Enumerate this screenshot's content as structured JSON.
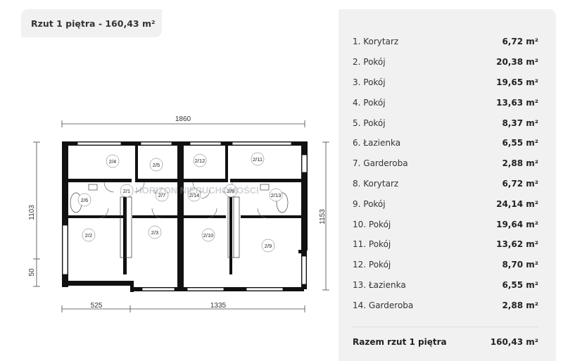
{
  "title": "Rzut 1 piętra - 160,43 m²",
  "watermark": "HORIZON NIERUCHOMOŚCI",
  "dimensions": {
    "top_width": "1860",
    "left_height": "1103",
    "left_small": "50",
    "right_height": "1153",
    "bottom_left": "525",
    "bottom_right": "1335"
  },
  "room_labels": [
    "2/1",
    "2/2",
    "2/3",
    "2/4",
    "2/5",
    "2/6",
    "2/7",
    "2/8",
    "2/9",
    "2/10",
    "2/11",
    "2/12",
    "2/13",
    "2/14"
  ],
  "rooms": [
    {
      "name": "1. Korytarz",
      "area": "6,72 m²"
    },
    {
      "name": "2. Pokój",
      "area": "20,38 m²"
    },
    {
      "name": "3. Pokój",
      "area": "19,65 m²"
    },
    {
      "name": "4. Pokój",
      "area": "13,63 m²"
    },
    {
      "name": "5. Pokój",
      "area": "8,37 m²"
    },
    {
      "name": "6. Łazienka",
      "area": "6,55 m²"
    },
    {
      "name": "7. Garderoba",
      "area": "2,88 m²"
    },
    {
      "name": "8. Korytarz",
      "area": "6,72 m²"
    },
    {
      "name": "9. Pokój",
      "area": "24,14 m²"
    },
    {
      "name": "10. Pokój",
      "area": "19,64 m²"
    },
    {
      "name": "11. Pokój",
      "area": "13,62 m²"
    },
    {
      "name": "12. Pokój",
      "area": "8,70 m²"
    },
    {
      "name": "13. Łazienka",
      "area": "6,55 m²"
    },
    {
      "name": "14. Garderoba",
      "area": "2,88 m²"
    }
  ],
  "total": {
    "label": "Razem rzut 1 piętra",
    "area": "160,43 m²"
  }
}
